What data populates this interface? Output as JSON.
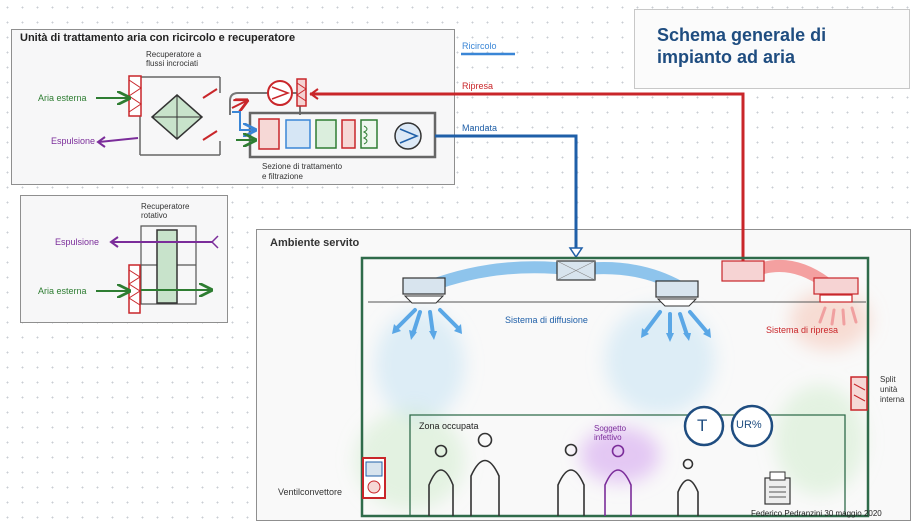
{
  "title": {
    "line1": "Schema generale di",
    "line2": "impianto ad aria"
  },
  "ahu": {
    "title": "Unità di trattamento aria con ricircolo e recuperatore",
    "recovery_line1": "Recuperatore a",
    "recovery_line2": "flussi incrociati",
    "outside_air": "Aria esterna",
    "exhaust": "Espulsione",
    "section_line1": "Sezione di trattamento",
    "section_line2": "e filtrazione"
  },
  "legend": {
    "recirc": "Ricircolo",
    "return": "Ripresa",
    "supply": "Mandata"
  },
  "rotary": {
    "title_line1": "Recuperatore",
    "title_line2": "rotativo",
    "exhaust": "Espulsione",
    "outside_air": "Aria esterna"
  },
  "room": {
    "title": "Ambiente servito",
    "diffusion": "Sistema di diffusione",
    "return_system": "Sistema di ripresa",
    "split_line1": "Split",
    "split_line2": "unità",
    "split_line3": "interna",
    "occupied_zone": "Zona occupata",
    "infected_line1": "Soggetto",
    "infected_line2": "infettivo",
    "temp_sensor": "T",
    "hum_sensor": "UR%",
    "fan_coil": "Ventilconvettore",
    "credit": "Federico Pedranzini 30 maggio 2020"
  },
  "colors": {
    "supply": "#1f5fa8",
    "return": "#c9262a",
    "recirc": "#3a86d6",
    "outside": "#2e7d32",
    "exhaust": "#7b2d9a",
    "title": "#1f4d80",
    "room_border": "#2f6b4a"
  }
}
